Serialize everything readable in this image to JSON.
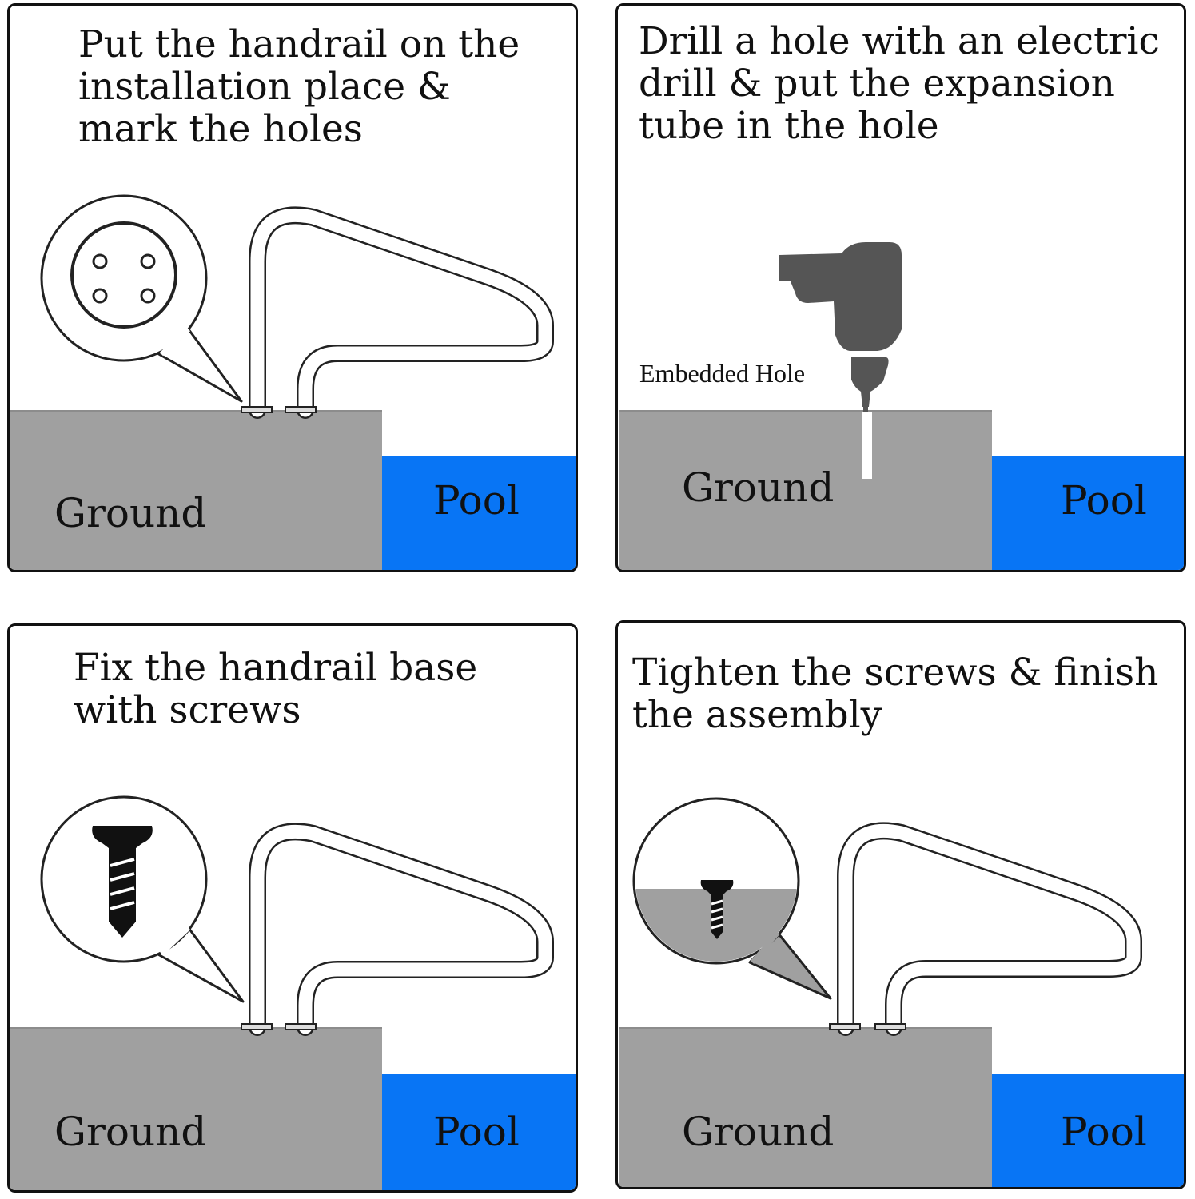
{
  "colors": {
    "ground": "#a0a0a0",
    "pool": "#0875f5",
    "outline": "#111111",
    "drill": "#555555"
  },
  "steps": [
    {
      "title": "Put the handrail on the\ninstallation place &\nmark the holes",
      "ground_label": "Ground",
      "pool_label": "Pool",
      "icon": "hole-marks-callout"
    },
    {
      "title": "Drill a hole with an electric\ndrill & put the expansion\ntube in the hole",
      "ground_label": "Ground",
      "pool_label": "Pool",
      "annotation": "Embedded Hole",
      "icon": "electric-drill"
    },
    {
      "title": "Fix the handrail base\nwith screws",
      "ground_label": "Ground",
      "pool_label": "Pool",
      "icon": "screw-callout"
    },
    {
      "title": "Tighten the screws & finish\nthe assembly",
      "ground_label": "Ground",
      "pool_label": "Pool",
      "icon": "embedded-screw-callout"
    }
  ]
}
